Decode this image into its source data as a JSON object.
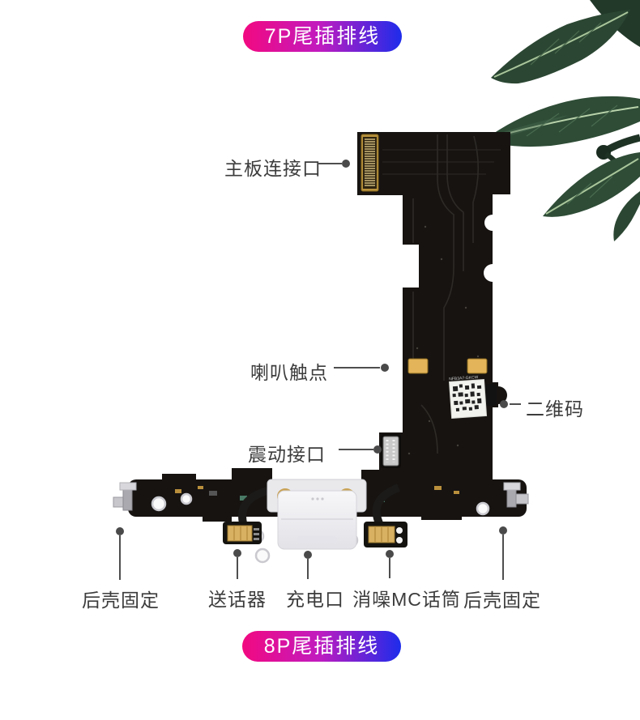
{
  "badges": {
    "top": {
      "label": "7P尾插排线"
    },
    "bottom": {
      "label": "8P尾插排线"
    },
    "gradient_from": "#f20980",
    "gradient_via": "#c11bbf",
    "gradient_to": "#1d2ceb",
    "text_color": "#ffffff"
  },
  "callouts": {
    "mainboard_connector": {
      "label": "主板连接口"
    },
    "speaker_contacts": {
      "label": "喇叭触点"
    },
    "qr_code": {
      "label": "二维码"
    },
    "vibration_connector": {
      "label": "震动接口"
    },
    "rear_shell_fixing_left": {
      "label": "后壳固定"
    },
    "microphone": {
      "label": "送话器"
    },
    "charging_port": {
      "label": "充电口"
    },
    "noise_cancel_mic": {
      "label": "消噪MC话筒"
    },
    "rear_shell_fixing_right": {
      "label": "后壳固定"
    }
  },
  "board": {
    "sticker_text": "NFB3A7-GKCW"
  },
  "colors": {
    "label_text": "#3c3c3c",
    "callout_line": "#4e4e4e",
    "board_black": "#161311",
    "gold": "#d9b162",
    "port_white": "#f2f2f4",
    "leaf_green": "#2e4c36"
  }
}
